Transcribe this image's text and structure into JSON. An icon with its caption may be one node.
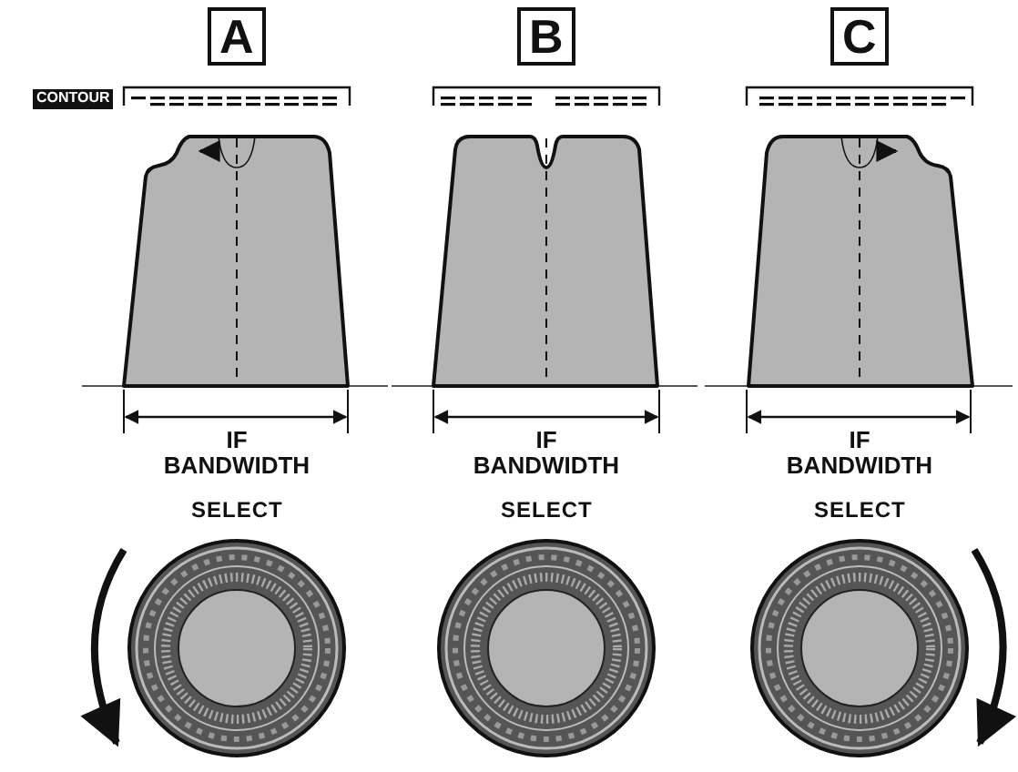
{
  "diagram": {
    "labels": [
      "A",
      "B",
      "C",
      "CONTOUR",
      "IF BANDWIDTH",
      "IF BANDWIDTH",
      "IF BANDWIDTH",
      "SELECT",
      "SELECT",
      "SELECT"
    ]
  }
}
